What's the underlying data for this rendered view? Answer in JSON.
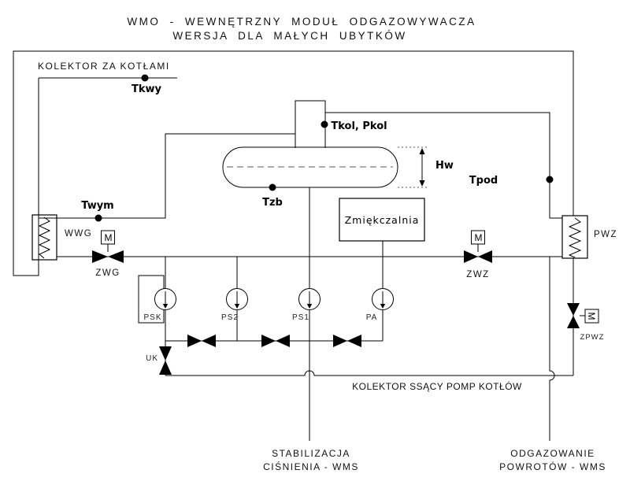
{
  "diagram": {
    "title_line1": "WMO - WEWNĘTRZNY MODUŁ ODGAZOWYWACZA",
    "title_line2": "WERSJA DLA MAŁYCH UBYTKÓW"
  },
  "collectors": {
    "behind_boilers": "KOLEKTOR ZA KOTŁAMI",
    "suction": "KOLEKTOR SSĄCY POMP KOTŁÓW"
  },
  "sensors": {
    "tkwy": "Tkwy",
    "twym": "Twym",
    "tzb": "Tzb",
    "tkol_pkol": "Tkol, Pkol",
    "tpod": "Tpod",
    "hw": "Hw"
  },
  "equipment": {
    "wwg": "WWG",
    "pwz": "PWZ",
    "softener": "Zmiękczalnia"
  },
  "valves": {
    "zwg": "ZWG",
    "zwz": "ZWZ",
    "zpwz": "ZPWZ",
    "uk": "UK",
    "motor": "M"
  },
  "pumps": {
    "psk": "PSK",
    "ps2": "PS2",
    "ps1": "PS1",
    "pa": "PA"
  },
  "connections": {
    "stabilization_line1": "STABILIZACJA",
    "stabilization_line2": "CIŚNIENIA - WMS",
    "degassing_line1": "ODGAZOWANIE",
    "degassing_line2": "POWROTÓW - WMS"
  },
  "colors": {
    "line": "#000000",
    "background": "#ffffff"
  }
}
